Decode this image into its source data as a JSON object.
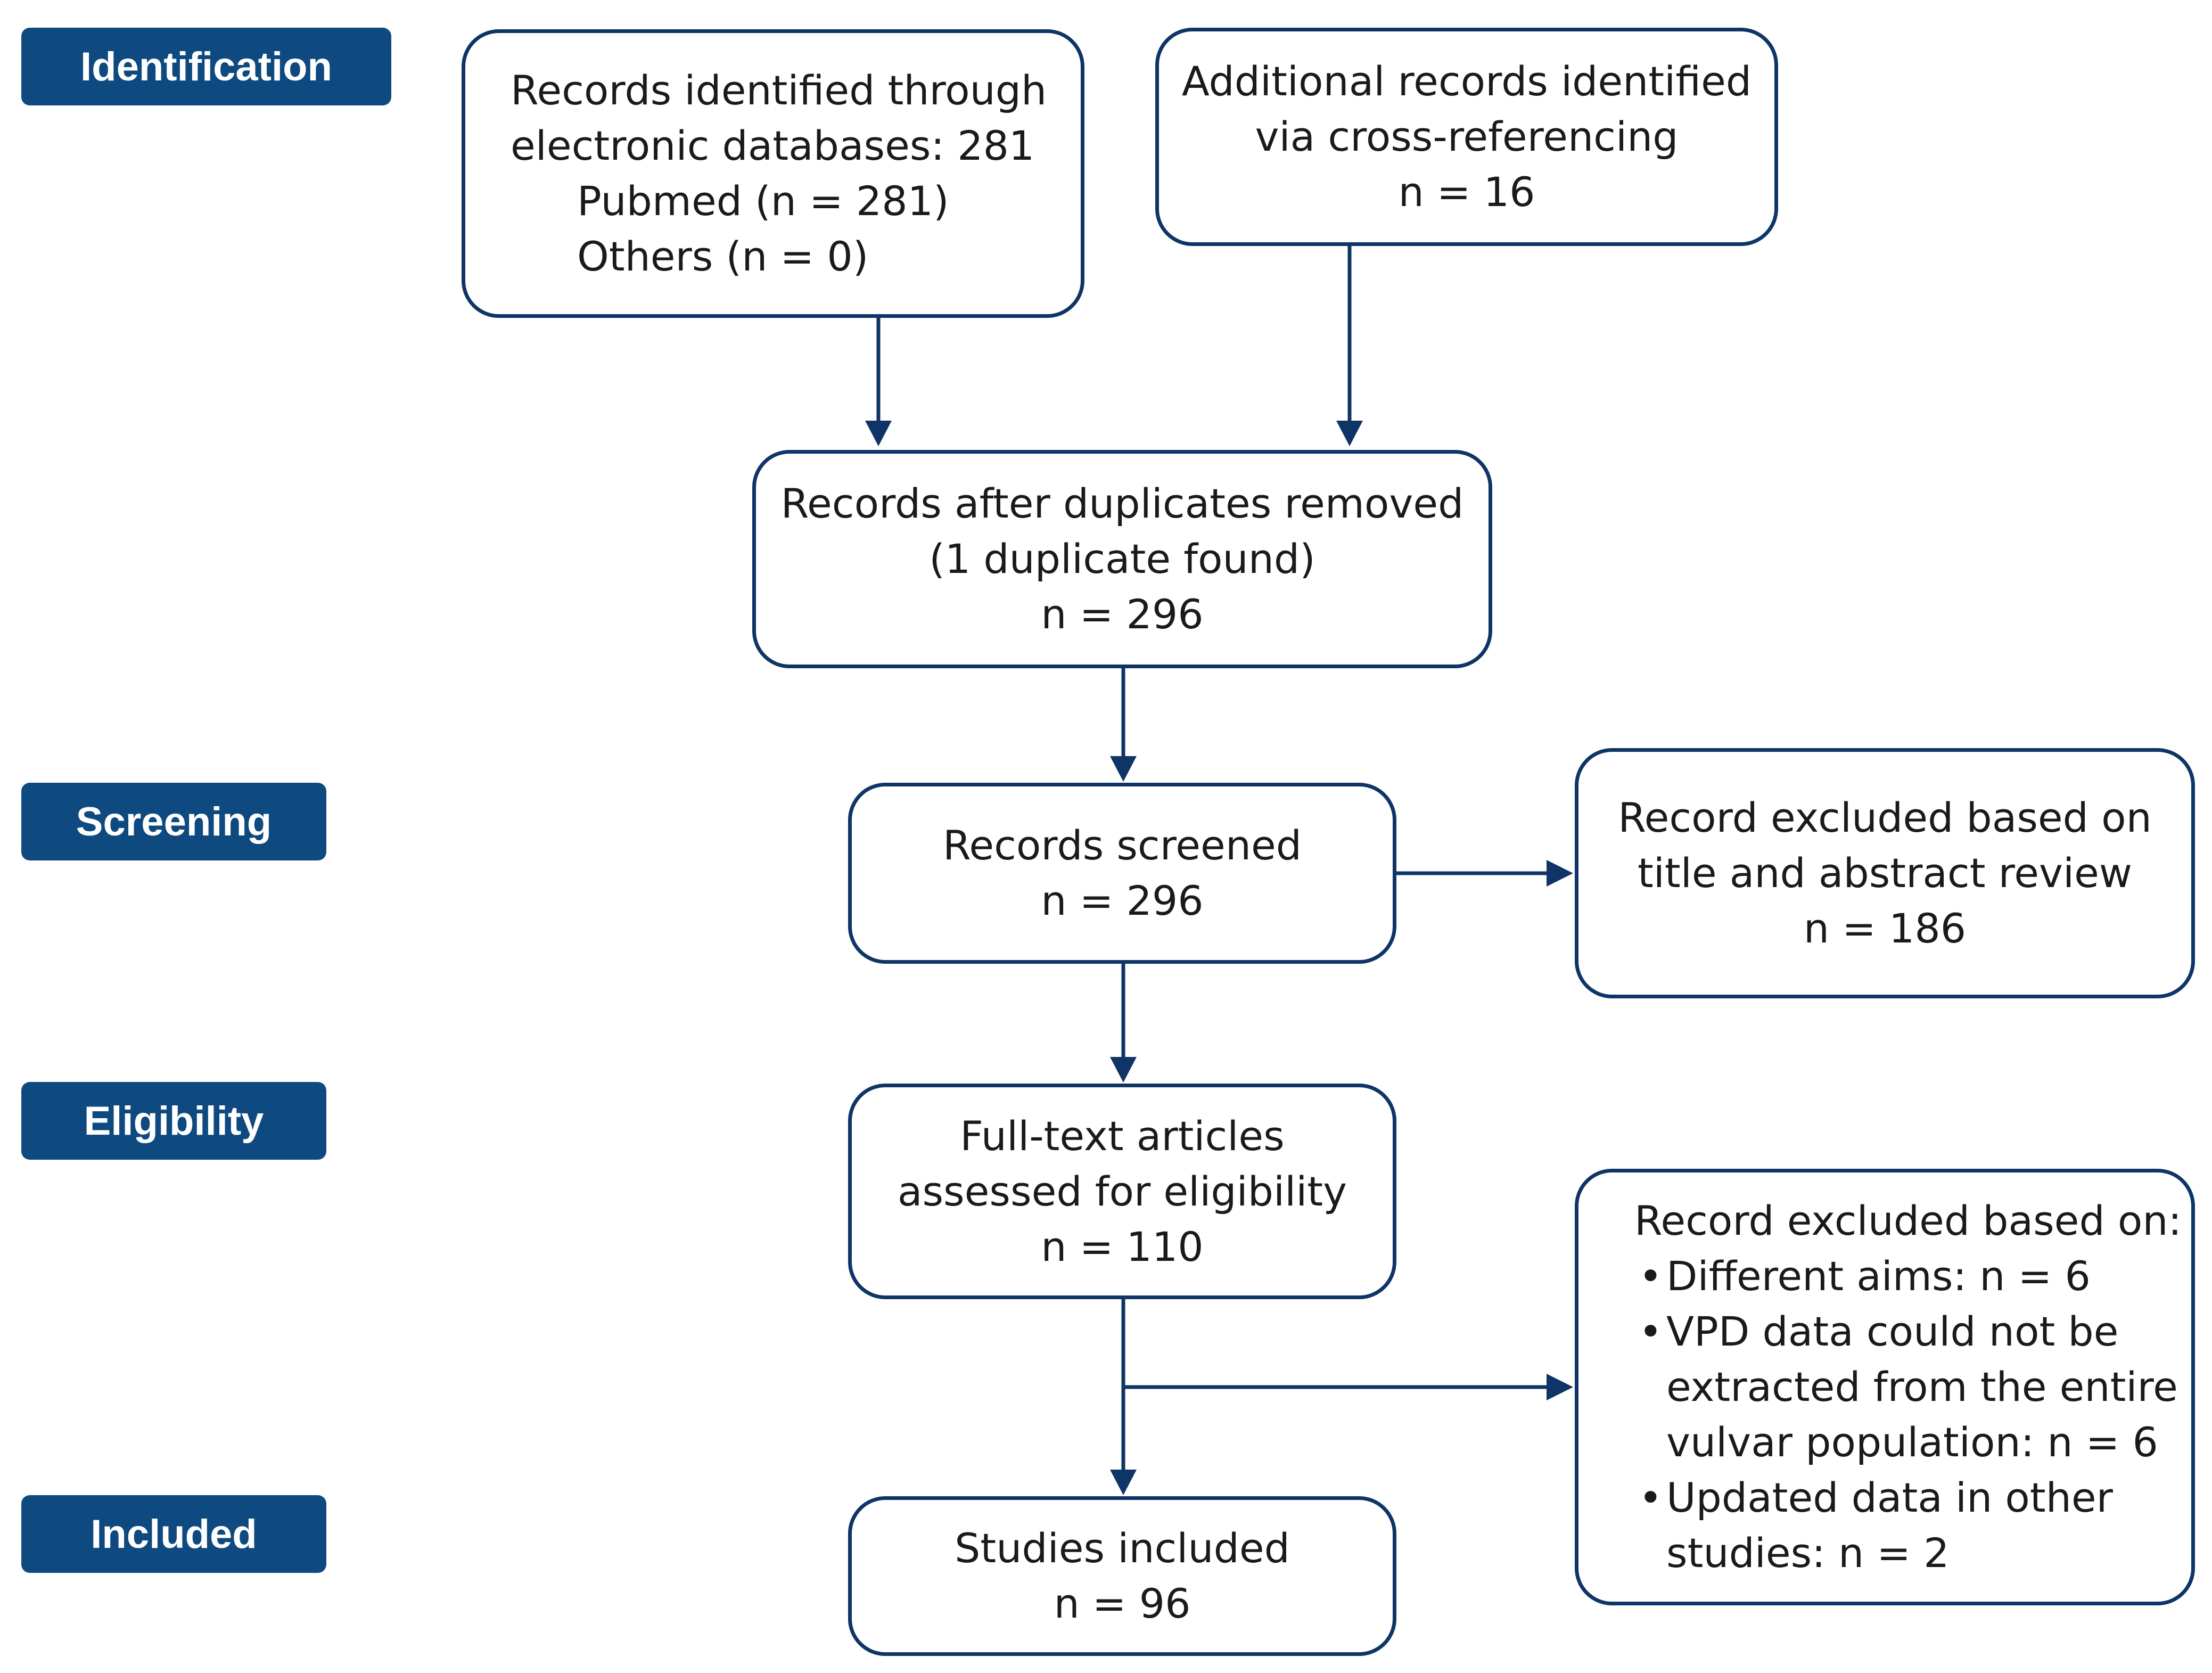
{
  "stages": {
    "identification": "Identification",
    "screening": "Screening",
    "eligibility": "Eligibility",
    "included": "Included"
  },
  "boxes": {
    "databases": {
      "line1": "Records identified through",
      "line2": "electronic databases: 281",
      "line3": "Pubmed (n = 281)",
      "line4": "Others (n = 0)"
    },
    "cross_ref": {
      "line1": "Additional records identified",
      "line2": "via cross-referencing",
      "line3": "n = 16"
    },
    "duplicates": {
      "line1": "Records after duplicates removed",
      "line2": "(1 duplicate found)",
      "line3": "n = 296"
    },
    "screened": {
      "line1": "Records screened",
      "line2": "n = 296"
    },
    "excluded_title": {
      "line1": "Record excluded based on",
      "line2": "title and abstract review",
      "line3": "n = 186"
    },
    "fulltext": {
      "line1": "Full-text articles",
      "line2": "assessed for eligibility",
      "line3": "n = 110"
    },
    "excluded_full": {
      "heading": "Record excluded based on:",
      "bullets": [
        [
          "Different aims: n = 6"
        ],
        [
          "VPD data could not be",
          "extracted from the entire",
          "vulvar population: n = 6"
        ],
        [
          "Updated data in other",
          "studies: n = 2"
        ]
      ]
    },
    "included": {
      "line1": "Studies included",
      "line2": "n = 96"
    }
  },
  "colors": {
    "stage_fill": "#0e4a80",
    "box_border": "#0e3566",
    "arrow": "#0e3566"
  }
}
